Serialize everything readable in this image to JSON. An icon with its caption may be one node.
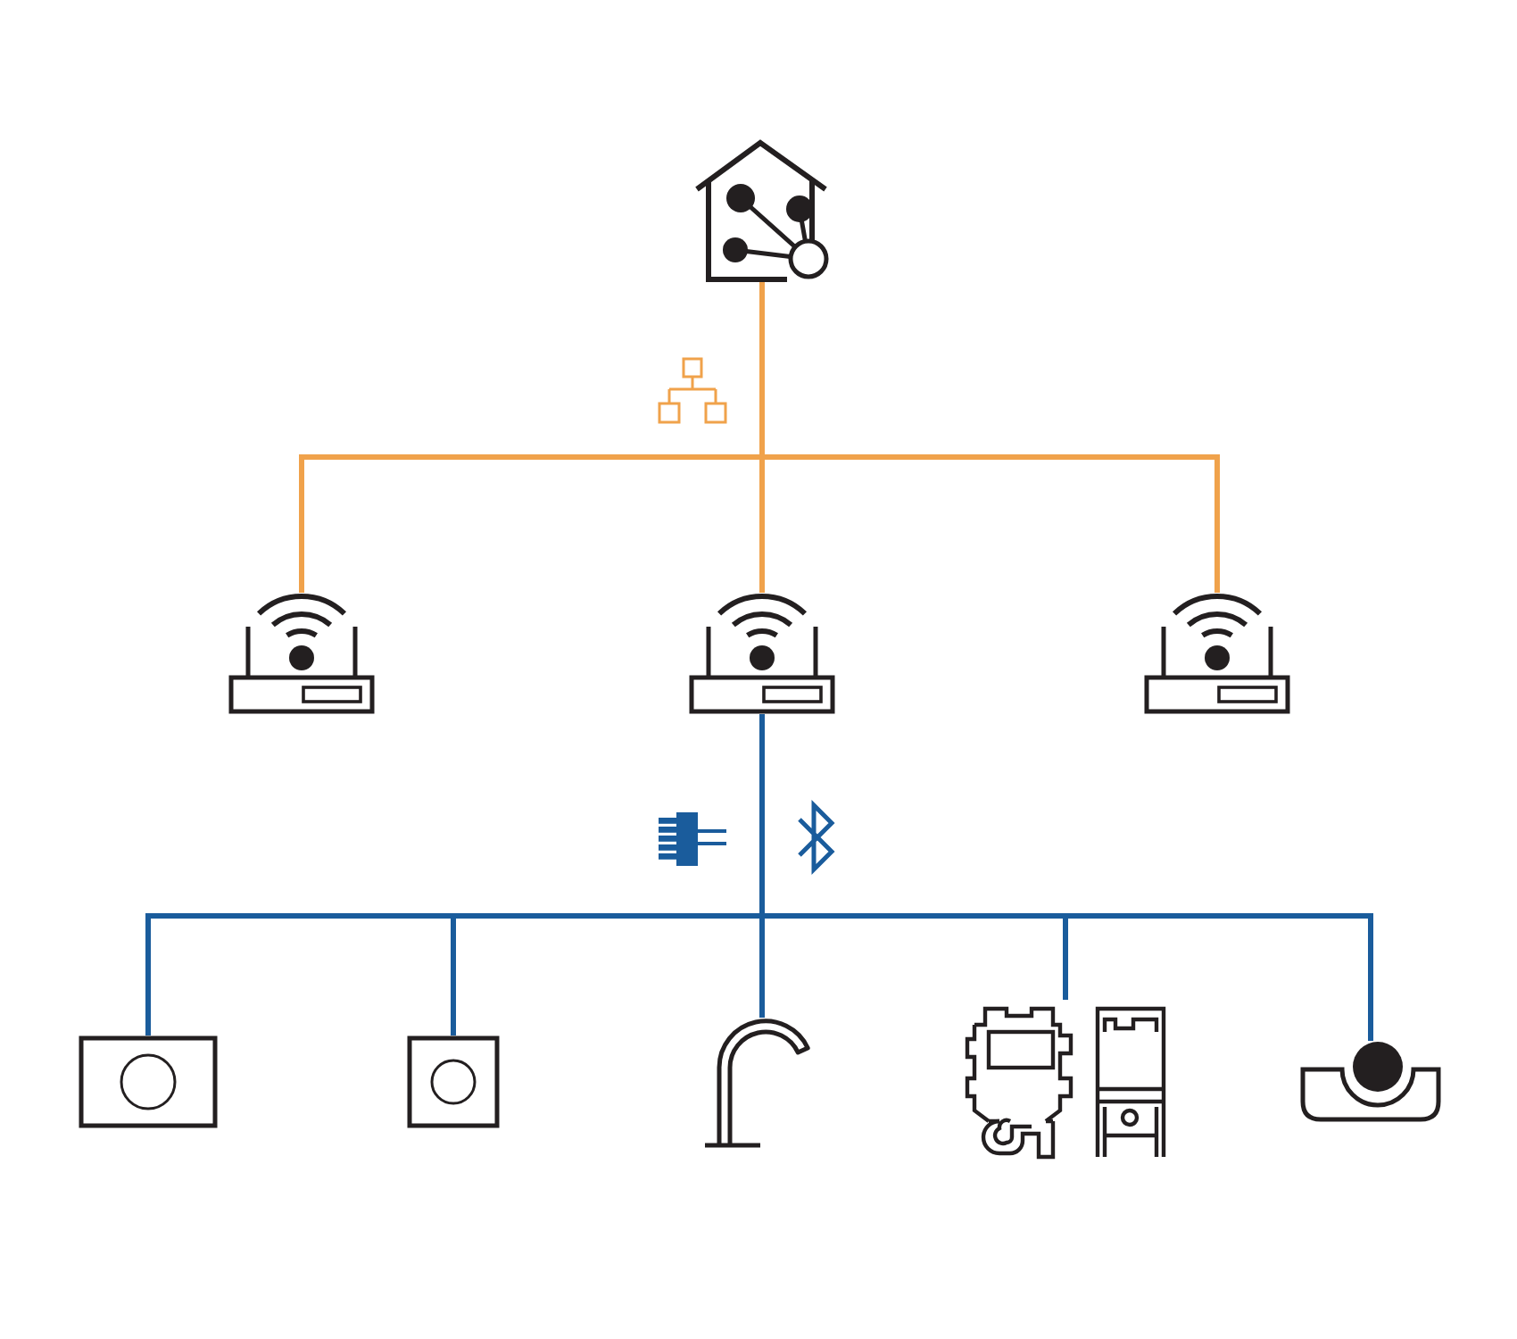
{
  "diagram": {
    "nodes": [
      {
        "text": [],
        "shape": "picture"
      },
      {
        "text": [],
        "shape": "picture"
      },
      {
        "text": [],
        "shape": "picture"
      },
      {
        "text": [],
        "shape": "picture"
      },
      {
        "text": [],
        "shape": "picture"
      },
      {
        "text": [],
        "shape": "picture"
      },
      {
        "text": [],
        "shape": "picture"
      },
      {
        "text": [],
        "shape": "picture"
      },
      {
        "text": [],
        "shape": "picture"
      }
    ],
    "edges": [
      {
        "from": 0,
        "to": 1,
        "arrow": "none",
        "color": "#f0a24b"
      },
      {
        "from": 0,
        "to": 2,
        "arrow": "none",
        "color": "#f0a24b"
      },
      {
        "from": 0,
        "to": 3,
        "arrow": "none",
        "color": "#f0a24b"
      },
      {
        "from": 2,
        "to": 4,
        "arrow": "none"
      },
      {
        "from": 2,
        "to": 5,
        "arrow": "none"
      },
      {
        "from": 2,
        "to": 6,
        "arrow": "none"
      },
      {
        "from": 2,
        "to": 7,
        "arrow": "none"
      },
      {
        "from": 2,
        "to": 8,
        "arrow": "none"
      }
    ]
  }
}
